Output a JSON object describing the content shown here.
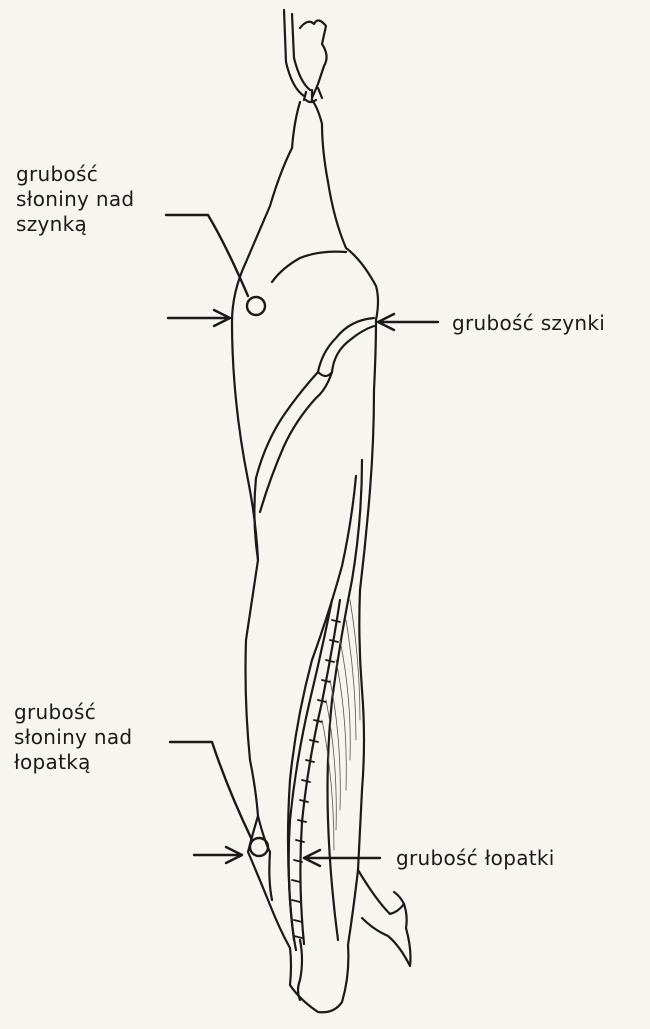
{
  "labels": {
    "fat_over_ham": [
      "grubość",
      "słoniny nad",
      "szynką"
    ],
    "ham": "grubość szynki",
    "fat_over_shoulder": [
      "grubość",
      "słoniny nad",
      "łopatką"
    ],
    "shoulder": "grubość łopatki"
  },
  "colors": {
    "background": "#f7f5f0",
    "ink": "#1a1a1a"
  }
}
